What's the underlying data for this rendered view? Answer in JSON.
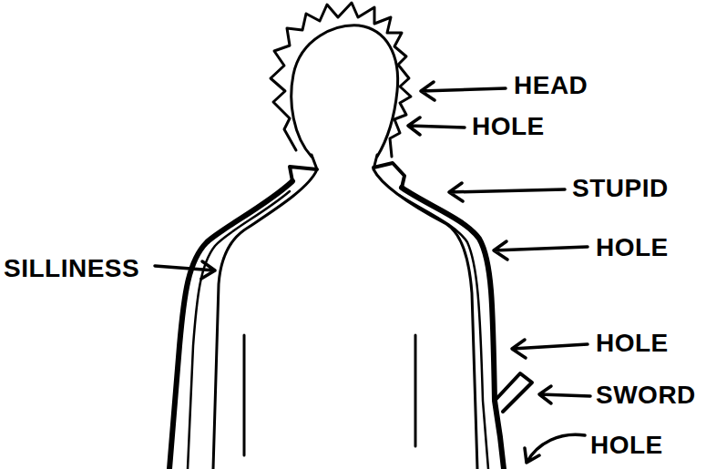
{
  "diagram": {
    "labels": [
      "HEAD",
      "HOLE",
      "STUPID",
      "HOLE",
      "HOLE",
      "SWORD",
      "HOLE",
      "SILLINESS"
    ]
  }
}
